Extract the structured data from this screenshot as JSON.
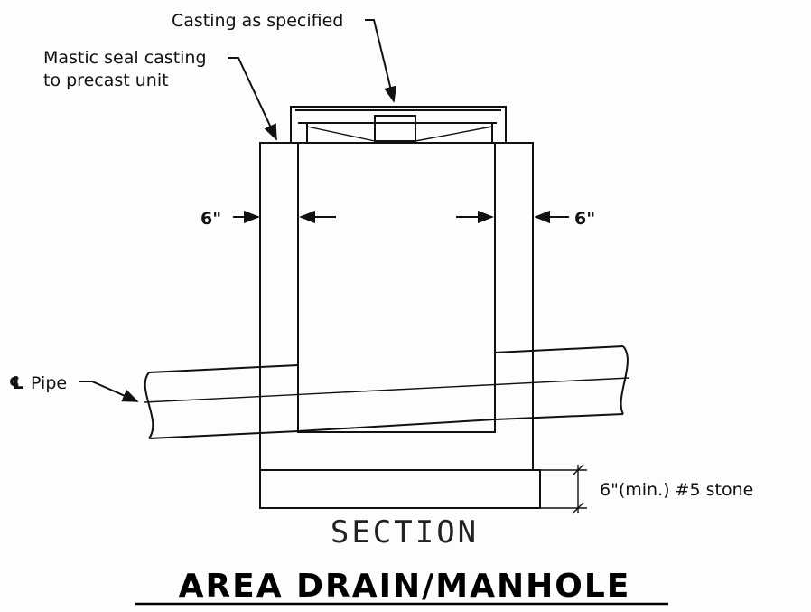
{
  "labels": {
    "casting": "Casting as specified",
    "mastic_line1": "Mastic seal casting",
    "mastic_line2": "to precast unit",
    "wall_left": "6\"",
    "wall_right": "6\"",
    "pipe_symbol": "℄",
    "pipe": "Pipe",
    "stone": "6\"(min.) #5 stone"
  },
  "section_label": "SECTION",
  "title": "AREA DRAIN/MANHOLE",
  "colors": {
    "ink": "#111111",
    "paper": "#fdfdfd"
  }
}
